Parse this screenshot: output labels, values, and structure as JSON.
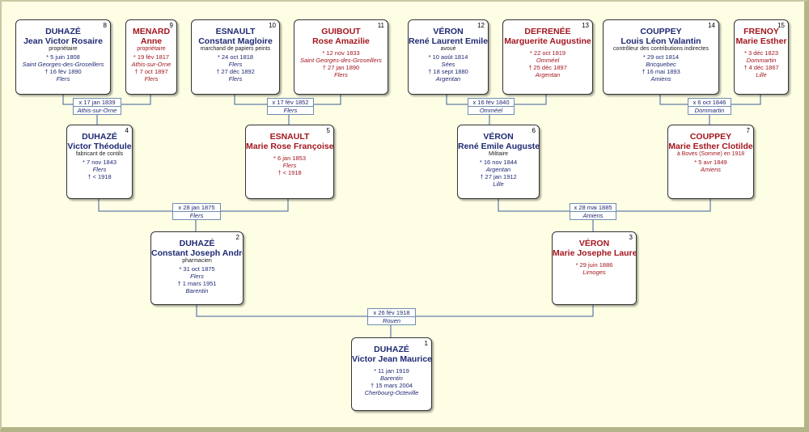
{
  "persons": {
    "p8": {
      "num": "8",
      "surname": "DUHAZÉ",
      "given": "Jean Victor Rosaire",
      "occ": "propriétaire",
      "birth": "* 5 juin 1808",
      "birth_place": "Saint Georges-des-Groseillers",
      "death": "† 16 fév 1890",
      "death_place": "Flers"
    },
    "p9": {
      "num": "9",
      "surname": "MENARD",
      "given": "Anne",
      "occ": "propriétaire",
      "birth": "* 19 fév 1817",
      "birth_place": "Athis-sur-Orne",
      "death": "† 7 oct 1897",
      "death_place": "Flers"
    },
    "p10": {
      "num": "10",
      "surname": "ESNAULT",
      "given": "Constant Magloire",
      "occ": "marchand de papiers peints",
      "birth": "* 24 oct 1818",
      "birth_place": "Flers",
      "death": "† 27 déc 1892",
      "death_place": "Flers"
    },
    "p11": {
      "num": "11",
      "surname": "GUIBOUT",
      "given": "Rose Amazilie",
      "occ": "",
      "birth": "* 12 nov 1833",
      "birth_place": "Saint Georges-des-Groseillers",
      "death": "† 27 jan 1890",
      "death_place": "Flers"
    },
    "p12": {
      "num": "12",
      "surname": "VÉRON",
      "given": "René Laurent Emile",
      "occ": "avoué",
      "birth": "* 10 août 1814",
      "birth_place": "Sées",
      "death": "† 18 sept 1880",
      "death_place": "Argentan"
    },
    "p13": {
      "num": "13",
      "surname": "DEFRENÉE",
      "given": "Marguerite  Augustine",
      "occ": "",
      "birth": "* 22 oct 1819",
      "birth_place": "Omméel",
      "death": "† 25 déc 1897",
      "death_place": "Argentan"
    },
    "p14": {
      "num": "14",
      "surname": "COUPPEY",
      "given": "Louis Léon Valantin",
      "occ": "contrôleur des contributions indirectes",
      "birth": "* 29 oct 1814",
      "birth_place": "Bricquebec",
      "death": "† 16 mai 1893",
      "death_place": "Amiens"
    },
    "p15": {
      "num": "15",
      "surname": "FRENOY",
      "given": "Marie Esther",
      "occ": "",
      "birth": "* 3 déc 1823",
      "birth_place": "Dommartin",
      "death": "† 4 déc 1867",
      "death_place": "Lille"
    },
    "p4": {
      "num": "4",
      "surname": "DUHAZÉ",
      "given": "Victor Théodule",
      "occ": "fabricant de contils",
      "birth": "* 7 nov 1843",
      "birth_place": "Flers",
      "death": "† < 1918",
      "death_place": ""
    },
    "p5": {
      "num": "5",
      "surname": "ESNAULT",
      "given": "Marie Rose Françoise",
      "occ": "",
      "birth": "* 6 jan 1853",
      "birth_place": "Flers",
      "death": "† < 1918",
      "death_place": ""
    },
    "p6": {
      "num": "6",
      "surname": "VÉRON",
      "given": "René Emile Auguste",
      "occ": "Militaire",
      "birth": "* 16 nov 1844",
      "birth_place": "Argentan",
      "death": "† 27 jan 1912",
      "death_place": "Lille"
    },
    "p7": {
      "num": "7",
      "surname": "COUPPEY",
      "given": "Marie Esther Clotilde",
      "occ": "à Boves (Somme) en 1918",
      "birth": "* 5 avr 1849",
      "birth_place": "Amiens",
      "death": "",
      "death_place": ""
    },
    "p2": {
      "num": "2",
      "surname": "DUHAZÉ",
      "given": "Constant Joseph André",
      "occ": "pharmacien",
      "birth": "* 31 oct 1875",
      "birth_place": "Flers",
      "death": "† 1 mars 1951",
      "death_place": "Barentin"
    },
    "p3": {
      "num": "3",
      "surname": "VÉRON",
      "given": "Marie Josephe Laure",
      "occ": "",
      "birth": "* 29 juin 1886",
      "birth_place": "Limoges",
      "death": "",
      "death_place": ""
    },
    "p1": {
      "num": "1",
      "surname": "DUHAZÉ",
      "given": "Victor Jean Maurice",
      "occ": "",
      "birth": "* 11 jan 1919",
      "birth_place": "Barentin",
      "death": "† 15 mars 2004",
      "death_place": "Cherbourg-Octeville"
    }
  },
  "marriages": {
    "m8_9": {
      "date": "x 17 jan 1839",
      "place": "Athis-sur-Orne"
    },
    "m10_11": {
      "date": "x 17 fév 1852",
      "place": "Flers"
    },
    "m12_13": {
      "date": "x 16 fév 1840",
      "place": "Omméel"
    },
    "m14_15": {
      "date": "x 6 oct 1846",
      "place": "Dommartin"
    },
    "m4_5": {
      "date": "x 28 jan 1875",
      "place": "Flers"
    },
    "m6_7": {
      "date": "x 28 mai 1885",
      "place": "Amiens"
    },
    "m2_3": {
      "date": "x 26 fév 1918",
      "place": "Rouen"
    }
  },
  "colors": {
    "male": "#1f2a73",
    "female": "#a3161e",
    "line": "#3a5f9a",
    "background": "#fefee4"
  }
}
